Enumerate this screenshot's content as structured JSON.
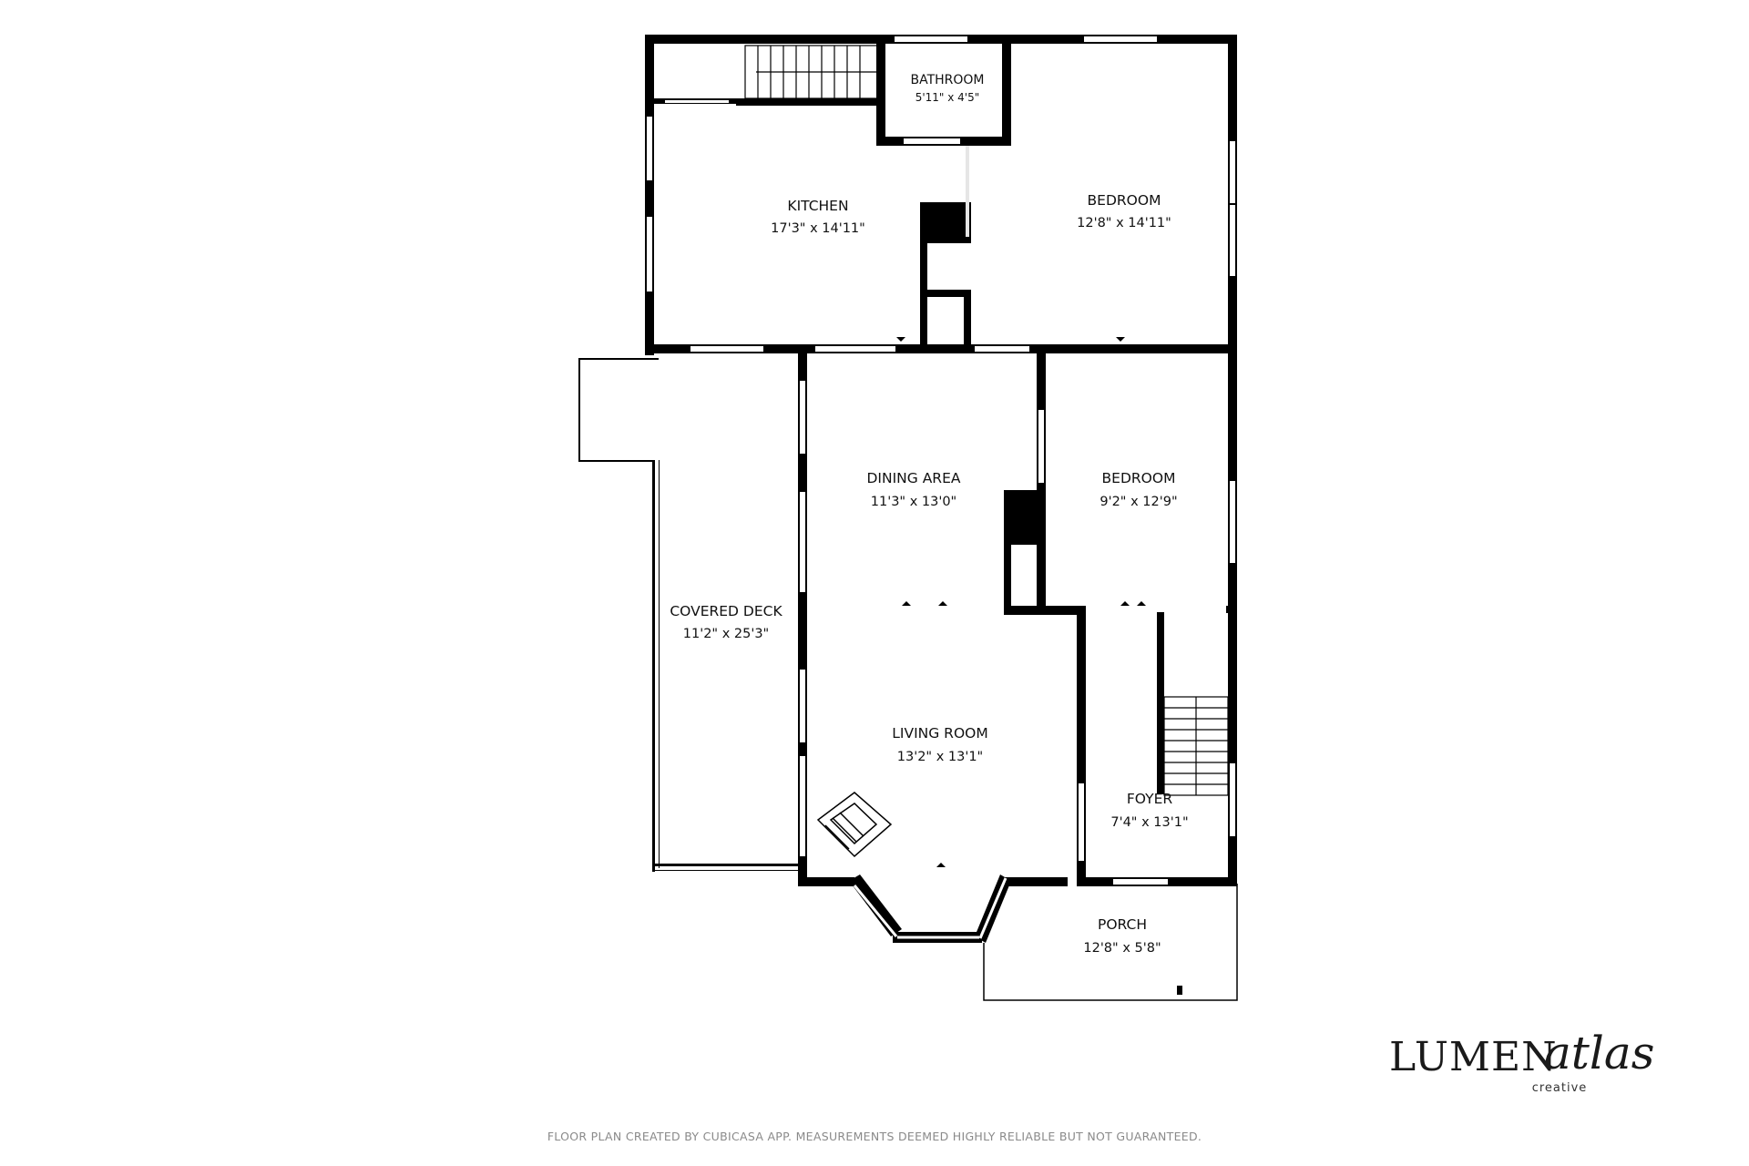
{
  "rooms": {
    "bathroom": {
      "name": "BATHROOM",
      "dims": "5'11\" x 4'5\""
    },
    "kitchen": {
      "name": "KITCHEN",
      "dims": "17'3\" x 14'11\""
    },
    "bedroom_north": {
      "name": "BEDROOM",
      "dims": "12'8\" x 14'11\""
    },
    "dining_area": {
      "name": "DINING AREA",
      "dims": "11'3\" x 13'0\""
    },
    "bedroom_east": {
      "name": "BEDROOM",
      "dims": "9'2\" x 12'9\""
    },
    "covered_deck": {
      "name": "COVERED DECK",
      "dims": "11'2\" x 25'3\""
    },
    "living_room": {
      "name": "LIVING ROOM",
      "dims": "13'2\" x 13'1\""
    },
    "foyer": {
      "name": "FOYER",
      "dims": "7'4\" x 13'1\""
    },
    "porch": {
      "name": "PORCH",
      "dims": "12'8\" x 5'8\""
    }
  },
  "brand": {
    "main": "LUMEN",
    "script": "atlas",
    "sub": "creative"
  },
  "disclaimer": "FLOOR PLAN CREATED BY CUBICASA APP. MEASUREMENTS DEEMED HIGHLY RELIABLE BUT NOT GUARANTEED.",
  "colors": {
    "wall": "#000000",
    "window": "#ffffff",
    "text": "#111111",
    "disclaimer": "#8a8a8a"
  }
}
